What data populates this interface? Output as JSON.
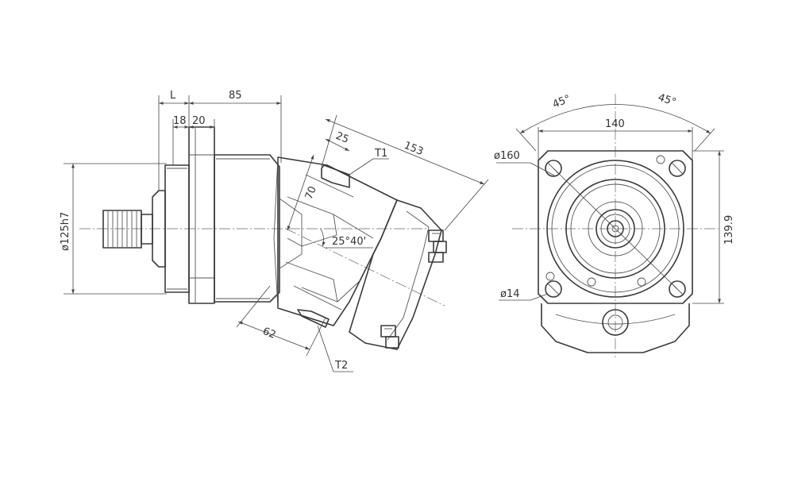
{
  "side_view": {
    "dim_L": "L",
    "dim_85": "85",
    "dim_18": "18",
    "dim_20": "20",
    "dim_diameter_pilot": "ø125h7",
    "dim_153": "153",
    "dim_25": "25",
    "dim_70": "70",
    "dim_62": "62",
    "angle": "25°40'",
    "port_t1": "T1",
    "port_t2": "T2"
  },
  "front_view": {
    "angle_left": "45°",
    "angle_right": "45°",
    "dim_width": "140",
    "dim_height": "139.9",
    "dim_bolt_circle": "ø160",
    "dim_hole": "ø14"
  }
}
